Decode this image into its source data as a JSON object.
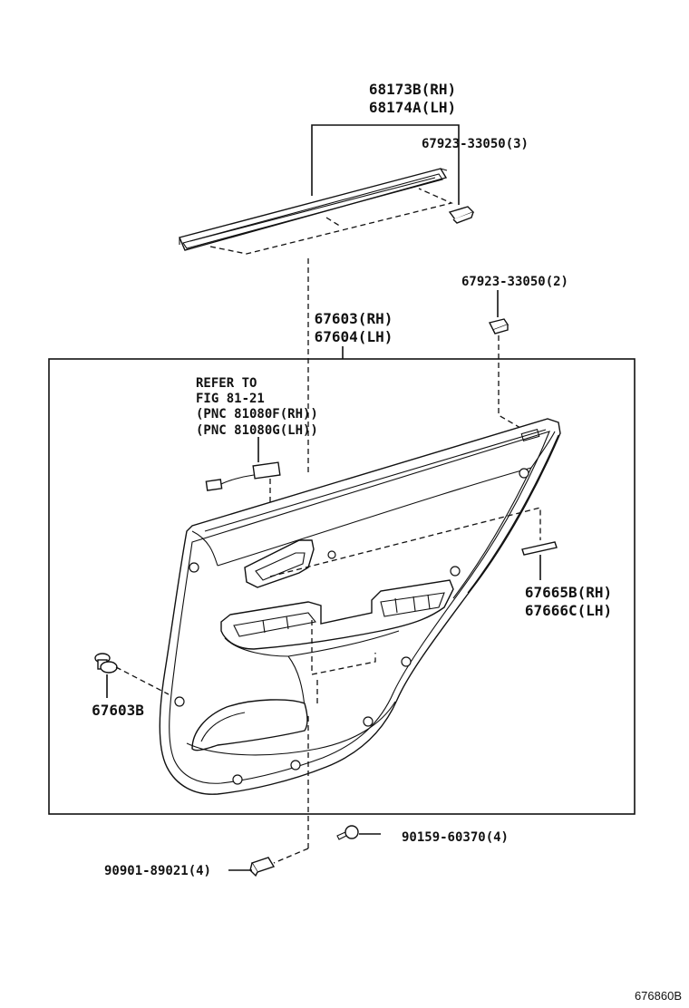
{
  "diagram_id": "676860B",
  "labels": {
    "molding_rh": "68173B(RH)",
    "molding_lh": "68174A(LH)",
    "clip_top": "67923-33050(3)",
    "clip_mid": "67923-33050(2)",
    "board_rh": "67603(RH)",
    "board_lh": "67604(LH)",
    "refer_1": "REFER TO",
    "refer_2": "FIG 81-21",
    "refer_3": "(PNC 81080F(RH))",
    "refer_4": "(PNC 81080G(LH))",
    "pad_rh": "67665B(RH)",
    "pad_lh": "67666C(LH)",
    "clip_side": "67603B",
    "screw": "90159-60370(4)",
    "clip_bottom": "90901-89021(4)"
  }
}
